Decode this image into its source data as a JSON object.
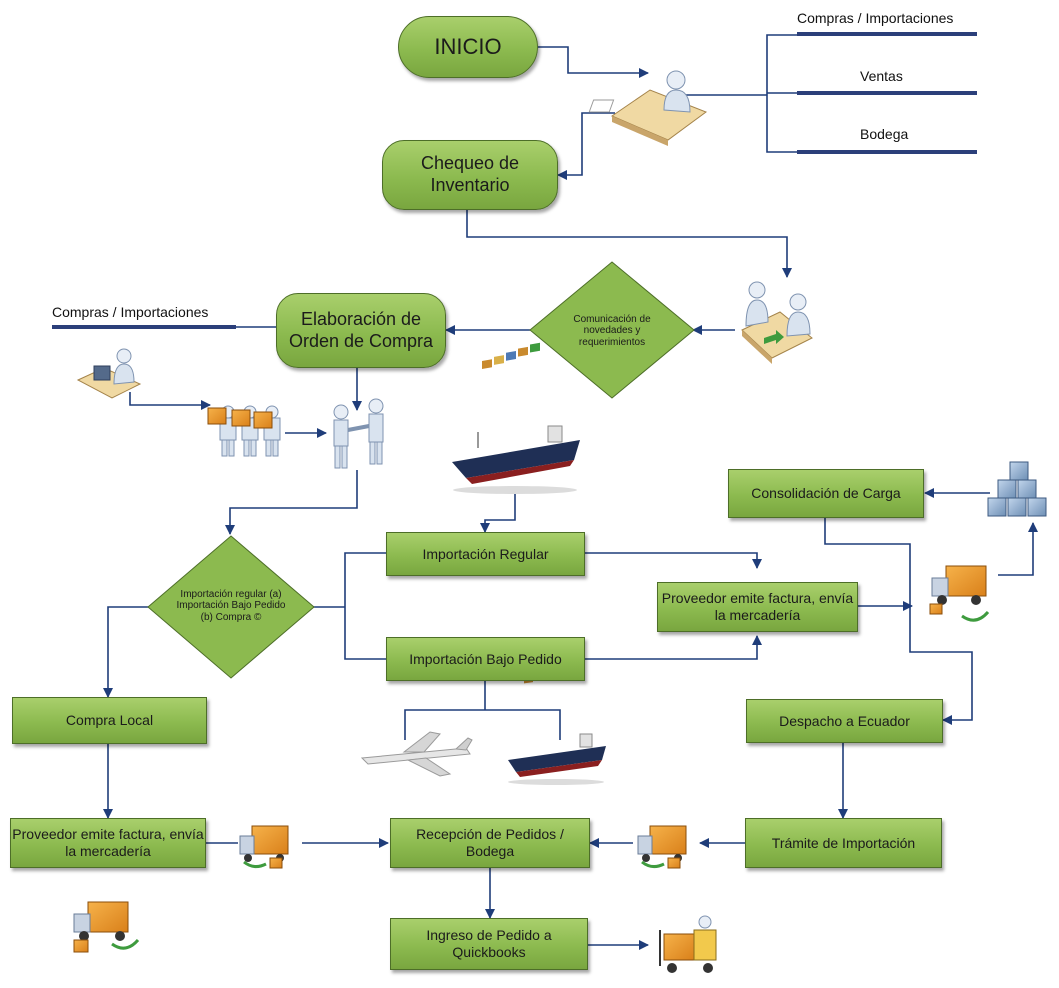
{
  "nodes": {
    "inicio": "INICIO",
    "chequeo": "Chequeo de Inventario",
    "comunicacion": "Comunicación de novedades y requerimientos",
    "elaboracion": "Elaboración de Orden de Compra",
    "decision": "Importación regular (a) Importación Bajo Pedido (b) Compra ©",
    "importacion_regular": "Importación Regular",
    "importacion_bajo_pedido": "Importación Bajo Pedido",
    "proveedor_importacion": "Proveedor emite factura, envía la mercadería",
    "consolidacion": "Consolidación de Carga",
    "despacho": "Despacho a Ecuador",
    "compra_local": "Compra Local",
    "proveedor_local": "Proveedor emite factura, envía la mercadería",
    "recepcion": "Recepción de Pedidos / Bodega",
    "tramite": "Trámite de Importación",
    "ingreso": "Ingreso de Pedido a Quickbooks"
  },
  "roles": {
    "top": [
      "Compras / Importaciones",
      "Ventas",
      "Bodega"
    ],
    "left": "Compras / Importaciones"
  },
  "icons": [
    "office-worker-icon",
    "meeting-icon",
    "computer-user-icon",
    "warehouse-workers-icon",
    "handshake-icon",
    "cargo-ship-icon",
    "airplane-icon",
    "boxes-stack-icon",
    "delivery-truck-icon",
    "forklift-icon"
  ],
  "colors": {
    "node_fill": "#8cba4f",
    "node_border": "#4d6e28",
    "arrow": "#1f3d7a",
    "role_line": "#2b3f7a"
  }
}
